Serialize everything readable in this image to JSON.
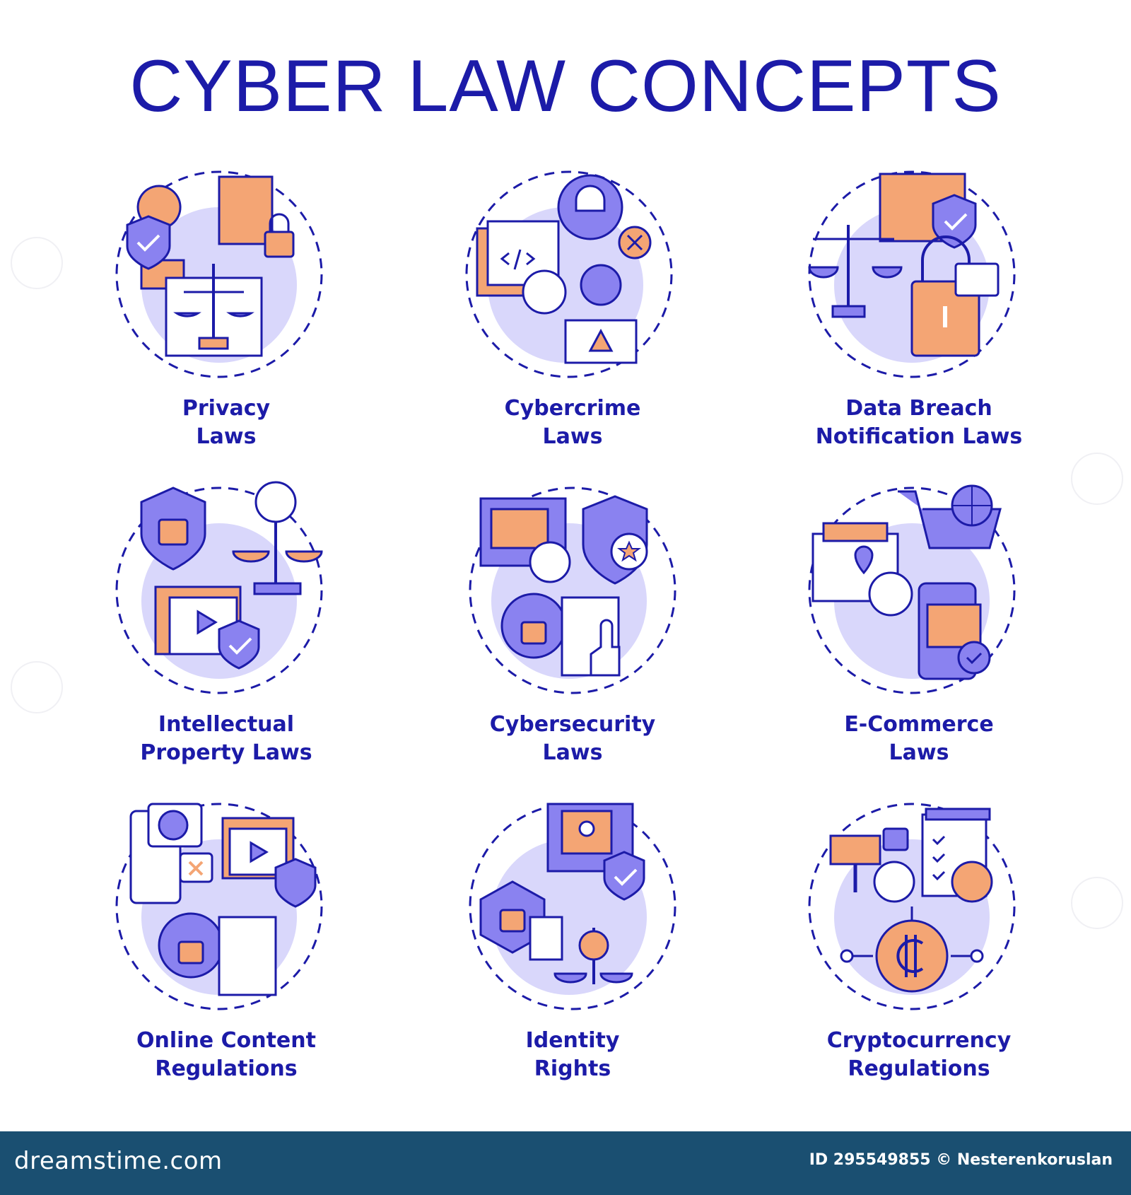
{
  "title": "CYBER LAW CONCEPTS",
  "colors": {
    "navy": "#1c1ba8",
    "violet": "#8a82f0",
    "lavender": "#d9d7fb",
    "orange": "#f4a574",
    "footer": "#1a4f71"
  },
  "items": [
    {
      "line1": "Privacy",
      "line2": "Laws",
      "icon": "privacy-laws-icon"
    },
    {
      "line1": "Cybercrime",
      "line2": "Laws",
      "icon": "cybercrime-laws-icon"
    },
    {
      "line1": "Data Breach",
      "line2": "Notification Laws",
      "icon": "data-breach-notification-icon"
    },
    {
      "line1": "Intellectual",
      "line2": "Property Laws",
      "icon": "intellectual-property-icon"
    },
    {
      "line1": "Cybersecurity",
      "line2": "Laws",
      "icon": "cybersecurity-laws-icon"
    },
    {
      "line1": "E-Commerce",
      "line2": "Laws",
      "icon": "e-commerce-laws-icon"
    },
    {
      "line1": "Online Content",
      "line2": "Regulations",
      "icon": "online-content-icon"
    },
    {
      "line1": "Identity",
      "line2": "Rights",
      "icon": "identity-rights-icon"
    },
    {
      "line1": "Cryptocurrency",
      "line2": "Regulations",
      "icon": "cryptocurrency-icon"
    }
  ],
  "footer": {
    "brand": "dreamstime.com",
    "credit": "ID 295549855 © Nesterenkoruslan"
  }
}
